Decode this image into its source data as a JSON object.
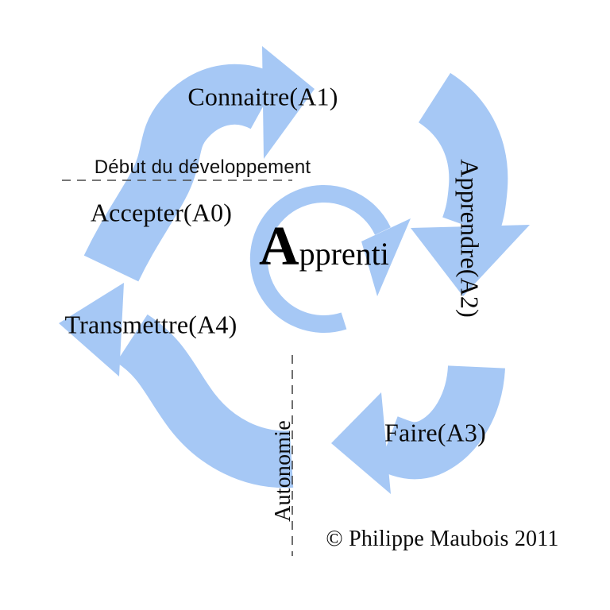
{
  "colors": {
    "arrow": "#a6c8f5",
    "dashed_line": "#4a4a4a",
    "text": "#0a0a0a"
  },
  "steps": {
    "accepter": "Accepter(A0)",
    "connaitre": "Connaitre(A1)",
    "apprendre": "Apprendre(A2)",
    "faire": "Faire(A3)",
    "transmettre": "Transmettre(A4)"
  },
  "annotations": {
    "debut": "Début du développement",
    "autonomie": "Autonomie"
  },
  "center": {
    "initial": "A",
    "rest": "pprenti"
  },
  "copyright": "© Philippe Maubois 2011"
}
